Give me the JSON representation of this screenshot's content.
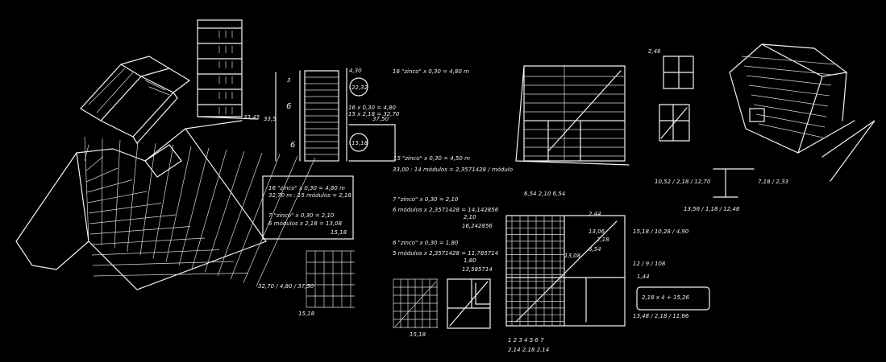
{
  "notes": {
    "dim_total": "33,5",
    "dim_3": "3",
    "dim_6a": "6",
    "dim_6b": "6",
    "top_dim": "4,30",
    "circle_1": "22,32",
    "circle_2": "15,18",
    "calc_a1": "16 x 0,30 = 4,80",
    "calc_a2": "15 x 2,18 = 32,70",
    "calc_a3": "37,50",
    "line_1": "16 \"zinco\" x 0,30 = 4,80 m",
    "line_2": "15 \"zinco\" x 0,30 = 4,50 m",
    "line_3": "33,00 : 14 módulos = 2,3571428 / módulo",
    "box_1": "16 \"zinco\" x 0,30 = 4,80 m",
    "box_2": "32,70 m : 15 módulos = 2,18",
    "box_3": "7 \"zinco\" x 0,30 = 2,10",
    "box_4": "6 módulos x 2,18 = 13,08",
    "box_5": "15,18",
    "line_4": "7 \"zinco\" x 0,30 = 2,10",
    "line_5": "6 módulos x 2,3571428 = 14,142856",
    "line_6": "2,10",
    "line_7": "16,242856",
    "line_8": "6 \"zinco\" x 0,30 = 1,80",
    "line_9": "5 módulos x 2,3571428 = 11,785714",
    "line_10": "1,80",
    "line_11": "13,585714",
    "top_mods": "6,54 2,10 6,54",
    "grid_label_1": "15,18",
    "grid_label_2": "15,18",
    "left_nums": "32,70 / 4,80 / 37,50",
    "r_1": "2,44",
    "r_2": "13,06",
    "r_3": "2,18",
    "r_4": "6,54",
    "r_5": "13,08",
    "r_6": "15,18 / 10,28 / 4,90",
    "r_7": "12 / 9 / 108",
    "r_8": "2,18 x 4 + 15,26",
    "r_9": "7,18 / 2,33",
    "r_10": "10,52 / 2,18 / 12,70",
    "r_11": "13,56 / 1,18 / 12,48",
    "r_12": "13,48 / 2,18 / 11,66",
    "r_13": "2,46",
    "r_14": "1,44",
    "bottom_mods": "1 2 3 4 5 6 7",
    "bottom_dims": "2,14  2,18  2,14",
    "tower_dim": "33,45"
  }
}
